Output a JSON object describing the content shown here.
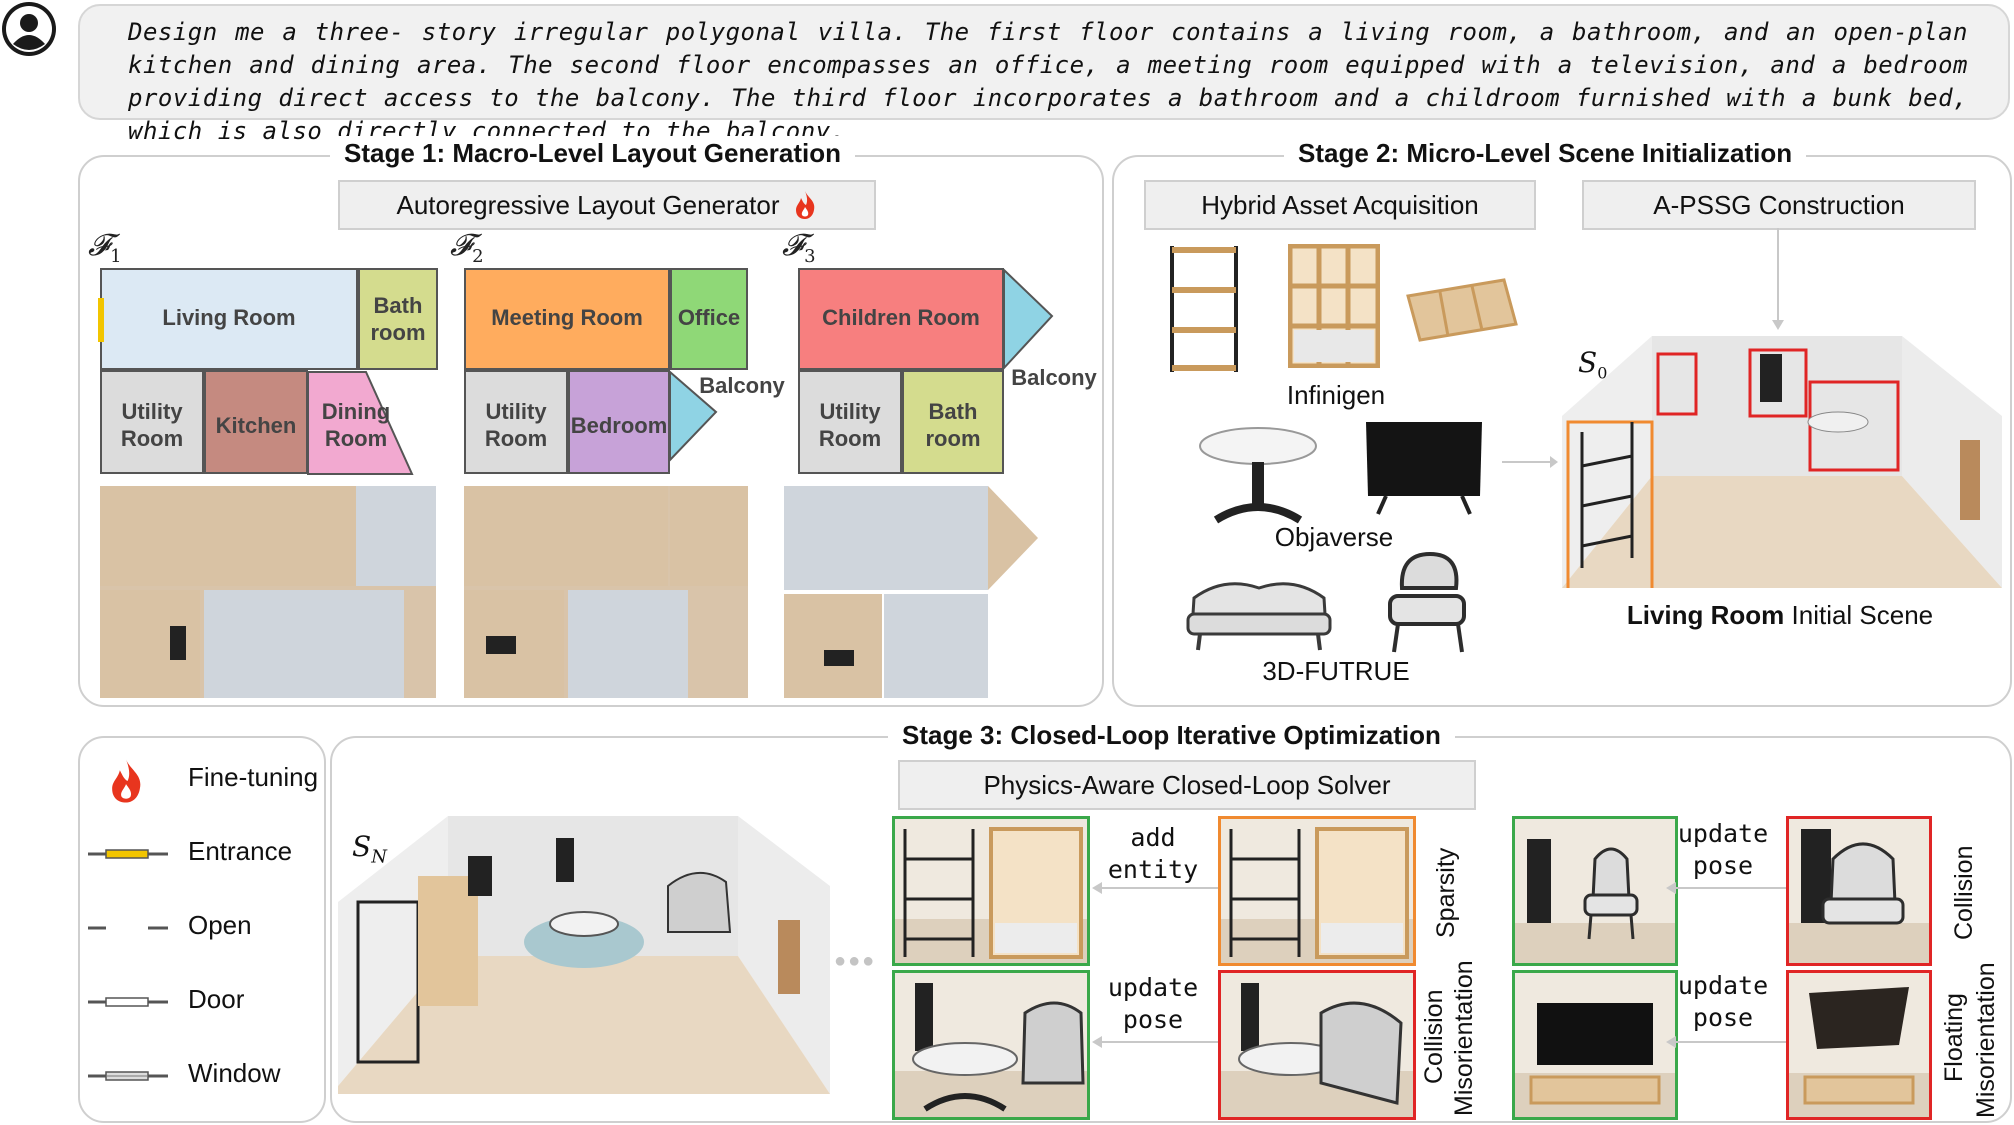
{
  "prompt": {
    "text": "Design me a three- story irregular polygonal villa. The first floor contains a living room, a bathroom, and an open-plan kitchen and dining area. The second floor encompasses an office, a meeting room equipped with a television, and a bedroom providing direct access to the balcony. The third floor incorporates a bathroom and a childroom furnished with a bunk bed, which is also directly connected to the balcony.",
    "icon": "user-avatar-icon"
  },
  "stage1": {
    "title": "Stage 1: Macro-Level Layout Generation",
    "generator_label": "Autoregressive Layout Generator",
    "floors": [
      {
        "index_symbol": "𝓕",
        "index_sub": "1",
        "rooms": {
          "living": "Living Room",
          "bath_a": "Bath",
          "bath_b": "room",
          "utility_a": "Utility",
          "utility_b": "Room",
          "kitchen": "Kitchen",
          "dining_a": "Dining",
          "dining_b": "Room"
        }
      },
      {
        "index_symbol": "𝓕",
        "index_sub": "2",
        "rooms": {
          "meeting": "Meeting Room",
          "office": "Office",
          "balcony": "Balcony",
          "utility_a": "Utility",
          "utility_b": "Room",
          "bedroom": "Bedroom"
        }
      },
      {
        "index_symbol": "𝓕",
        "index_sub": "3",
        "rooms": {
          "children": "Children Room",
          "balcony": "Balcony",
          "utility_a": "Utility",
          "utility_b": "Room",
          "bath_a": "Bath",
          "bath_b": "room"
        }
      }
    ],
    "colors": {
      "living": "#dce9f4",
      "bath": "#d4dc8e",
      "utility": "#dcdcdc",
      "kitchen": "#c58a80",
      "dining": "#f2a9d0",
      "meeting": "#ffac5e",
      "office": "#8fd877",
      "bedroom": "#c7a2d8",
      "balcony": "#8fd3e4",
      "children": "#f77f7f",
      "floor_wood": "#d9c4aa",
      "floor_tile": "#cfd5dc"
    }
  },
  "stage2": {
    "title": "Stage 2: Micro-Level Scene Initialization",
    "hybrid_label": "Hybrid Asset Acquisition",
    "pssg_label": "A-PSSG Construction",
    "sources": [
      "Infinigen",
      "Objaverse",
      "3D-FUTRUE"
    ],
    "scene_symbol": "S",
    "scene_sub": "0",
    "scene_caption_bold": "Living Room",
    "scene_caption_rest": " Initial Scene"
  },
  "stage3": {
    "title": "Stage 3: Closed-Loop Iterative Optimization",
    "solver_label": "Physics-Aware Closed-Loop Solver",
    "scene_symbol": "S",
    "scene_sub": "N",
    "ellipsis": "●●●",
    "steps": {
      "add_entity_a": "add",
      "add_entity_b": "entity",
      "update_pose_a": "update",
      "update_pose_b": "pose"
    },
    "issues": {
      "sparsity": "Sparsity",
      "collision": "Collision",
      "misorientation": "Misorientation",
      "floating": "Floating"
    }
  },
  "legend": [
    {
      "label": "Fine-tuning",
      "icon": "flame-icon"
    },
    {
      "label": "Entrance",
      "icon": "entrance-line-icon"
    },
    {
      "label": "Open",
      "icon": "open-line-icon"
    },
    {
      "label": "Door",
      "icon": "door-line-icon"
    },
    {
      "label": "Window",
      "icon": "window-line-icon"
    }
  ],
  "colors": {
    "valid": "#3aa84a",
    "invalid": "#e02525",
    "sparse": "#f08a30",
    "flame": "#e8351e",
    "entrance": "#f2c500"
  }
}
